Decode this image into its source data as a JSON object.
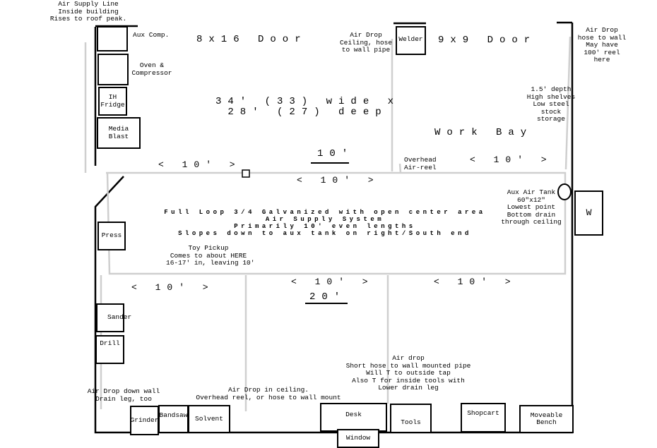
{
  "notes": {
    "air_supply_line": "Air Supply Line\nInside building\nRises to roof peak.",
    "air_drop_ceiling": "Air Drop\nCeiling, hose\nto wall pipe",
    "air_drop_right": "Air Drop\nhose to wall\nMay have\n100' reel\nhere",
    "shelves": "1.5' depth\nHigh shelves\nLow steel\nstock\nstorage",
    "overhead_reel": "Overhead\nAir-reel",
    "aux_tank": "Aux Air Tank\n60\"x12\"\nLowest point\nBottom drain\nthrough ceiling",
    "loop": "Full Loop 3/4 Galvanized with open center area\nAir Supply System\nPrimarily 10' even lengths\nSlopes down to aux tank on right/South end",
    "toy_pickup": "Toy Pickup\nComes to about HERE\n16-17' in, leaving 10'",
    "air_drop_down_wall": "Air Drop down wall\nDrain leg, too",
    "air_drop_in_ceiling": "Air Drop in ceiling.\nOverhead reel, or hose to wall mount",
    "air_drop_short_hose": "Air drop\nShort hose to wall mounted pipe\nWill T to outside tap\nAlso T for inside tools with\nLower drain leg"
  },
  "labels": {
    "door_8x16": "8x16 Door",
    "door_9x9": "9x9 Door",
    "dimensions": "34' (33) wide x\n28' (27) deep",
    "work_bay": "Work Bay",
    "dim_10_top": "10'",
    "dim_20": "20'",
    "span_10": "< 10' >"
  },
  "equipment": {
    "aux_comp": "Aux Comp.",
    "oven": "Oven &\nCompressor",
    "fridge": "IH\nFridge",
    "media_blast": "Media\nBlast",
    "welder": "Welder",
    "press": "Press",
    "sander": "Sander",
    "drill": "Drill",
    "grinder": "Grinder",
    "bandsaw": "Bandsaw",
    "solvent": "Solvent",
    "desk": "Desk",
    "window": "Window",
    "tools": "Tools",
    "shopcart": "Shopcart",
    "bench": "Moveable\nBench",
    "w": "W"
  }
}
